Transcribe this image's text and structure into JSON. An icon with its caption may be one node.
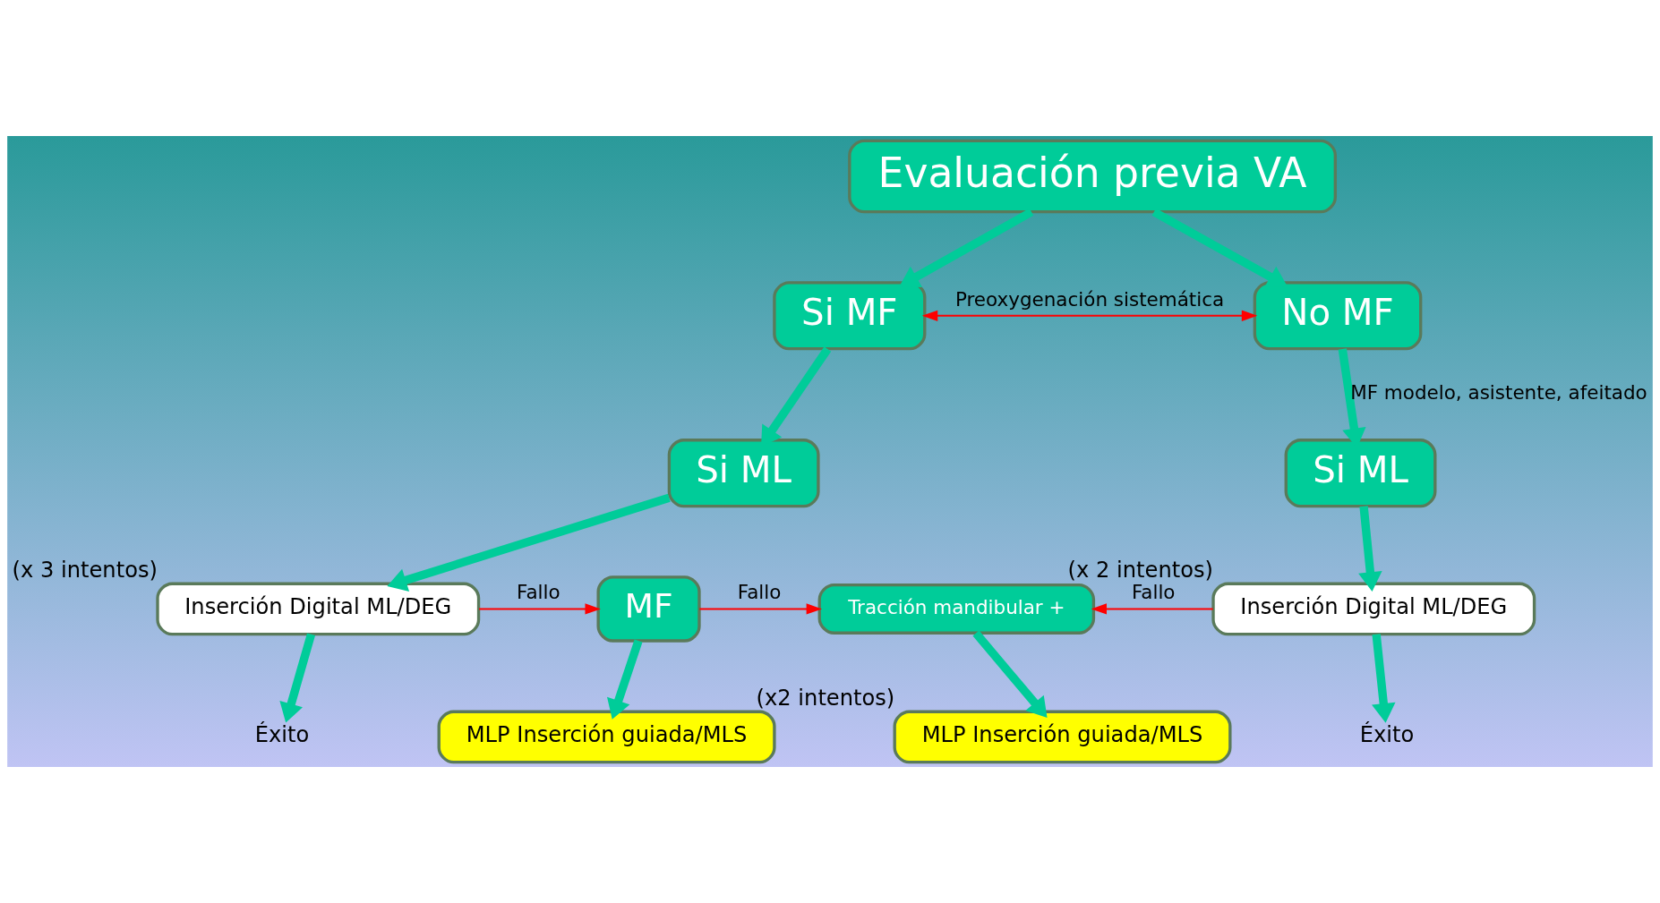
{
  "diagram": {
    "nodes": [
      {
        "text": [
          "Evaluación previa VA"
        ]
      },
      {
        "text": [
          "Si MF"
        ]
      },
      {
        "text": [
          "No MF"
        ]
      },
      {
        "text": [
          "Si ML"
        ]
      },
      {
        "text": [
          "Inserción Digital ML/DEG"
        ],
        "beside": [
          "(x 3 intentos)"
        ]
      },
      {
        "text": [
          "MF"
        ]
      },
      {
        "text": [
          "MLP Inserción guiada/MLS"
        ]
      },
      {
        "text": [
          "Éxito"
        ]
      },
      {
        "text": [
          "Tracción mandibular +"
        ]
      },
      {
        "text": [
          "Si ML"
        ]
      },
      {
        "text": [
          "Inserción Digital ML/DEG"
        ],
        "beside": [
          "(x 2 intentos)"
        ]
      },
      {
        "text": [
          "MLP Inserción guiada/MLS"
        ],
        "beside": [
          "(x2 intentos)"
        ]
      },
      {
        "text": [
          "Éxito"
        ]
      }
    ],
    "edges": [
      {
        "from": 0,
        "to": 1,
        "arrow": "to"
      },
      {
        "from": 0,
        "to": 2,
        "arrow": "to"
      },
      {
        "from": 1,
        "to": 2,
        "arrow": "both",
        "label": "Preoxygenación sistemática",
        "color": "#ff0000"
      },
      {
        "from": 1,
        "to": 3,
        "arrow": "to"
      },
      {
        "from": 2,
        "to": 9,
        "arrow": "to",
        "label": "MF modelo, asistente, afeitado"
      },
      {
        "from": 3,
        "to": 4,
        "arrow": "to"
      },
      {
        "from": 4,
        "to": 7,
        "arrow": "to"
      },
      {
        "from": 4,
        "to": 5,
        "arrow": "to",
        "label": "Fallo",
        "color": "#ff0000"
      },
      {
        "from": 5,
        "to": 6,
        "arrow": "to"
      },
      {
        "from": 5,
        "to": 8,
        "arrow": "to",
        "label": "Fallo",
        "color": "#ff0000"
      },
      {
        "from": 8,
        "to": 11,
        "arrow": "to"
      },
      {
        "from": 9,
        "to": 10,
        "arrow": "to"
      },
      {
        "from": 10,
        "to": 8,
        "arrow": "to",
        "label": "Fallo",
        "color": "#ff0000"
      },
      {
        "from": 10,
        "to": 12,
        "arrow": "to"
      }
    ]
  }
}
